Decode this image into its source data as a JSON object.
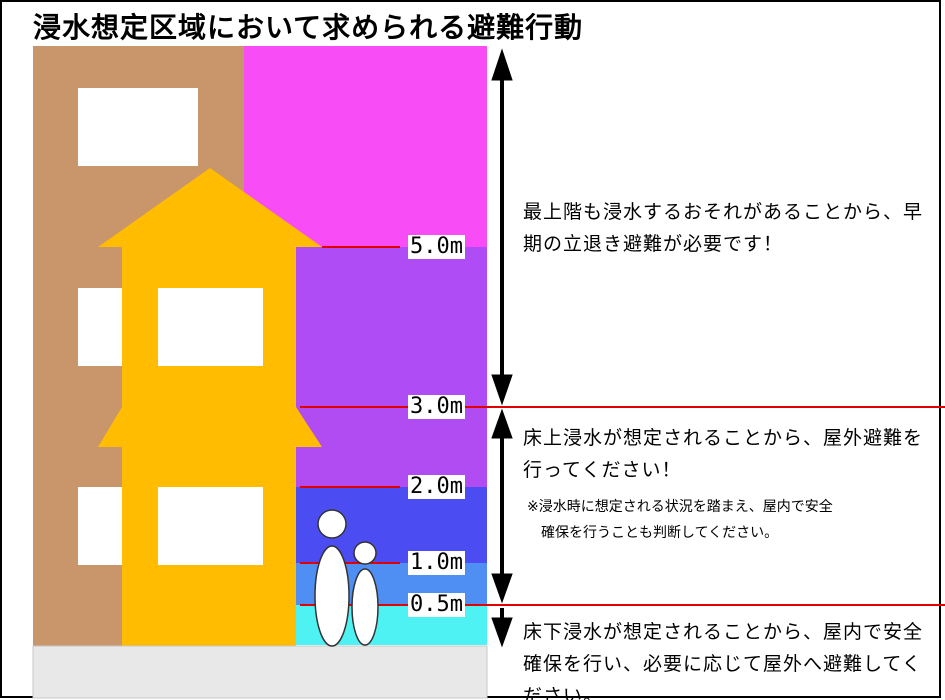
{
  "title": "浸水想定区域において求められる避難行動",
  "levels": {
    "l50": "5.0m",
    "l30": "3.0m",
    "l20": "2.0m",
    "l10": "1.0m",
    "l05": "0.5m"
  },
  "messages": {
    "top": "最上階も浸水するおそれがあることから、早期の立退き避難が必要です！",
    "middle": "床上浸水が想定されることから、屋外避難を行ってください！",
    "note": "※浸水時に想定される状況を踏まえ、屋内で安全\n　確保を行うことも判断してください。",
    "bottom": "床下浸水が想定されることから、屋内で安全確保を行い、必要に応じて屋外へ避難してください。"
  },
  "colors": {
    "over_5m": "#f74cf6",
    "m3_to_5": "#b049f5",
    "m2_to_3": "#b04cf2",
    "m1_to_2": "#4b4df2",
    "m05_to_1": "#4f8ef2",
    "under_05": "#4ff2f2",
    "building_left": "#c9956a",
    "building_center": "#ffbc00",
    "ground": "#e8e8e8",
    "level_line": "#e00000"
  }
}
